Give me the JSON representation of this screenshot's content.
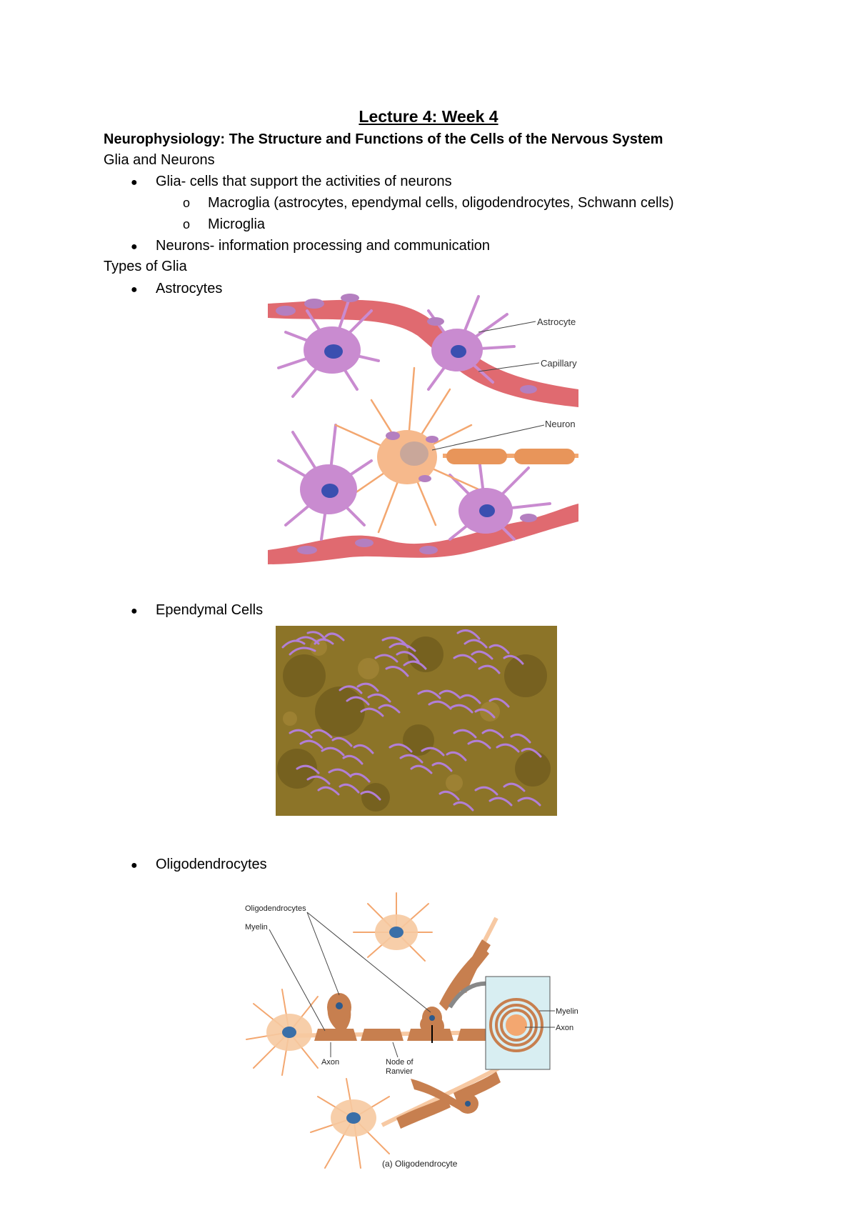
{
  "doc": {
    "title": "Lecture 4: Week 4",
    "subtitle": "Neurophysiology: The Structure and Functions of the Cells of the Nervous System",
    "section1": "Glia and Neurons",
    "bullets1": [
      "Glia- cells that support the activities of neurons",
      "Neurons- information processing and communication"
    ],
    "sub_bullets": [
      "Macroglia (astrocytes, ependymal cells, oligodendrocytes, Schwann cells)",
      "Microglia"
    ],
    "section2": "Types of Glia",
    "glia_types": [
      "Astrocytes",
      "Ependymal Cells",
      "Oligodendrocytes"
    ],
    "bullet_char": "●",
    "sub_bullet_char": "o"
  },
  "fig_astro": {
    "labels": [
      "Astrocyte",
      "Capillary",
      "Neuron"
    ]
  },
  "fig_oligo": {
    "labels": [
      "Oligodendrocytes",
      "Myelin",
      "Axon",
      "Node of",
      "Ranvier",
      "Myelin",
      "Axon"
    ],
    "caption": "(a)  Oligodendrocyte"
  },
  "colors": {
    "capillary": "#e06a70",
    "astrocyte": "#c98bd0",
    "neuron": "#f3a770",
    "myelin": "#c77f4f",
    "ependymal_bg": "#8c7428",
    "cilia": "#b27fd6"
  }
}
